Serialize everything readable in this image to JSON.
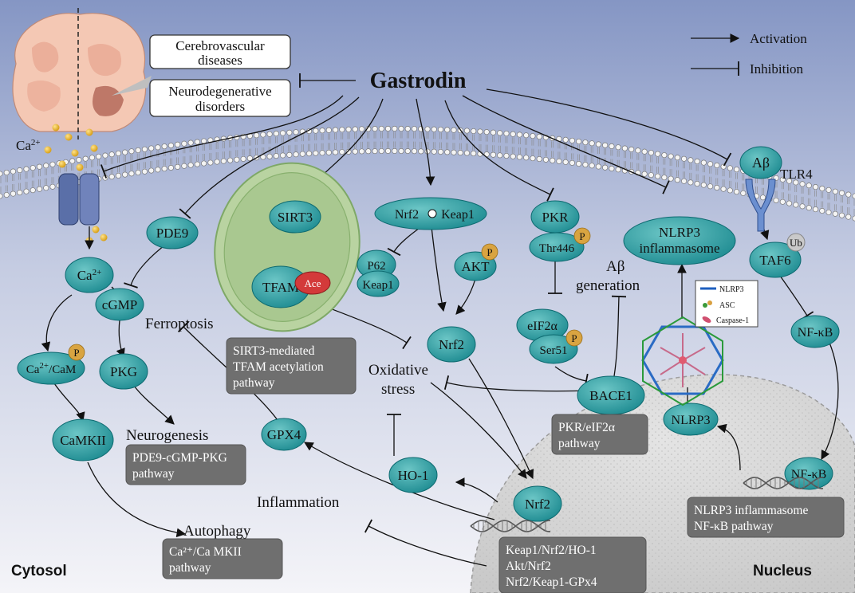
{
  "title": "Gastrodin",
  "legend": {
    "activation": "Activation",
    "inhibition": "Inhibition"
  },
  "diseases": {
    "line1": "Cerebrovascular",
    "line2": "diseases",
    "line3": "Neurodegenerative",
    "line4": "disorders"
  },
  "regions": {
    "cytosol": "Cytosol",
    "nucleus": "Nucleus"
  },
  "labels": {
    "ca_ion": "Ca",
    "ca_sup": "2+",
    "ferroptosis": "Ferroptosis",
    "neurogenesis": "Neurogenesis",
    "autophagy": "Autophagy",
    "inflammation": "Inflammation",
    "oxidative1": "Oxidative",
    "oxidative2": "stress",
    "abeta_gen1": "Aβ",
    "abeta_gen2": "generation",
    "tlr4": "TLR4"
  },
  "proteins": {
    "ca_in": "Ca",
    "pde9": "PDE9",
    "cgmp": "cGMP",
    "pkg": "PKG",
    "cacam": "Ca",
    "cacam_tail": "/CaM",
    "camkii": "CaMKII",
    "sirt3": "SIRT3",
    "tfam": "TFAM",
    "ace": "Ace",
    "gpx4": "GPX4",
    "nrf2_keap1_a": "Nrf2",
    "nrf2_keap1_b": "Keap1",
    "p62": "P62",
    "keap1": "Keap1",
    "akt": "AKT",
    "nrf2": "Nrf2",
    "ho1": "HO-1",
    "nrf2_nuc": "Nrf2",
    "pkr": "PKR",
    "thr446": "Thr446",
    "eif2a": "eIF2α",
    "ser51": "Ser51",
    "bace1": "BACE1",
    "nlrp3_inf1": "NLRP3",
    "nlrp3_inf2": "inflammasome",
    "abeta": "Aβ",
    "taf6": "TAF6",
    "ub": "Ub",
    "nfkb": "NF-κB",
    "nlrp3": "NLRP3",
    "nfkb_nuc": "NF-κB",
    "p": "P"
  },
  "inflammasome_legend": {
    "nlrp3": "NLRP3",
    "asc": "ASC",
    "caspase": "Caspase-1"
  },
  "pathway_boxes": {
    "sirt3": [
      "SIRT3-mediated",
      "TFAM acetylation",
      "pathway"
    ],
    "pde9": [
      "PDE9-cGMP-PKG",
      "pathway"
    ],
    "camkii": [
      "Ca²⁺/Ca MKII",
      "pathway"
    ],
    "pkr": [
      "PKR/eIF2α",
      "pathway"
    ],
    "nrf2": [
      "Keap1/Nrf2/HO-1",
      "Akt/Nrf2",
      "Nrf2/Keap1-GPx4"
    ],
    "nlrp3": [
      "NLRP3 inflammasome",
      "NF-κB pathway"
    ]
  },
  "colors": {
    "protein": "#3aa5a8",
    "pathway_box": "#6e6e6e",
    "membrane": "#c8ccd0",
    "background_top": "#8d9ec9",
    "background_bottom": "#f2f3f8"
  }
}
